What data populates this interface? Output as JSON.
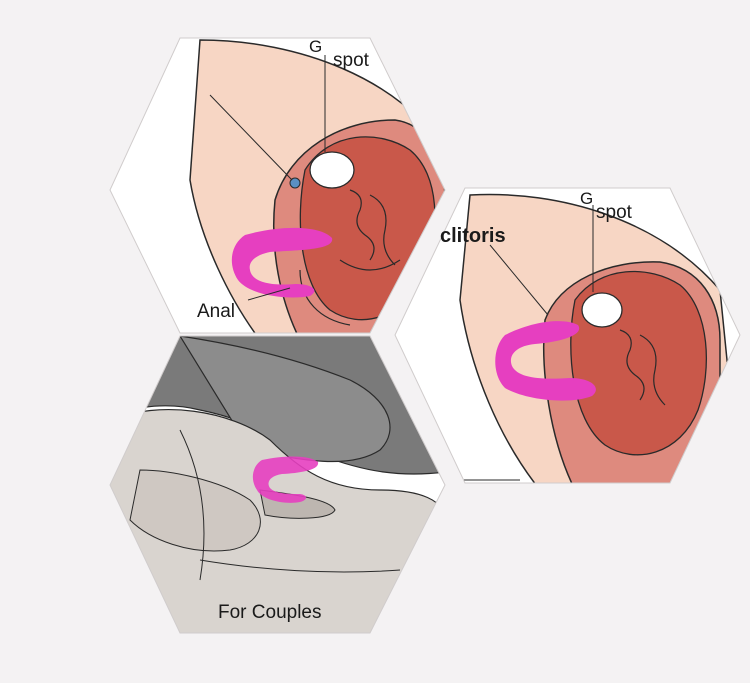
{
  "labels": {
    "g_top": "G",
    "spot_top": "spot",
    "anal": "Anal",
    "clitoris": "clitoris",
    "g_right": "G",
    "spot_right": "spot",
    "for_couples": "For Couples"
  },
  "colors": {
    "background": "#f4f2f3",
    "skin": "#f7d6c4",
    "tissue_dark": "#c9584a",
    "tissue_mid": "#de8a7e",
    "toy": "#e63fc0",
    "gray_dark": "#7a7a7a",
    "gray_light": "#d9d4cf"
  }
}
